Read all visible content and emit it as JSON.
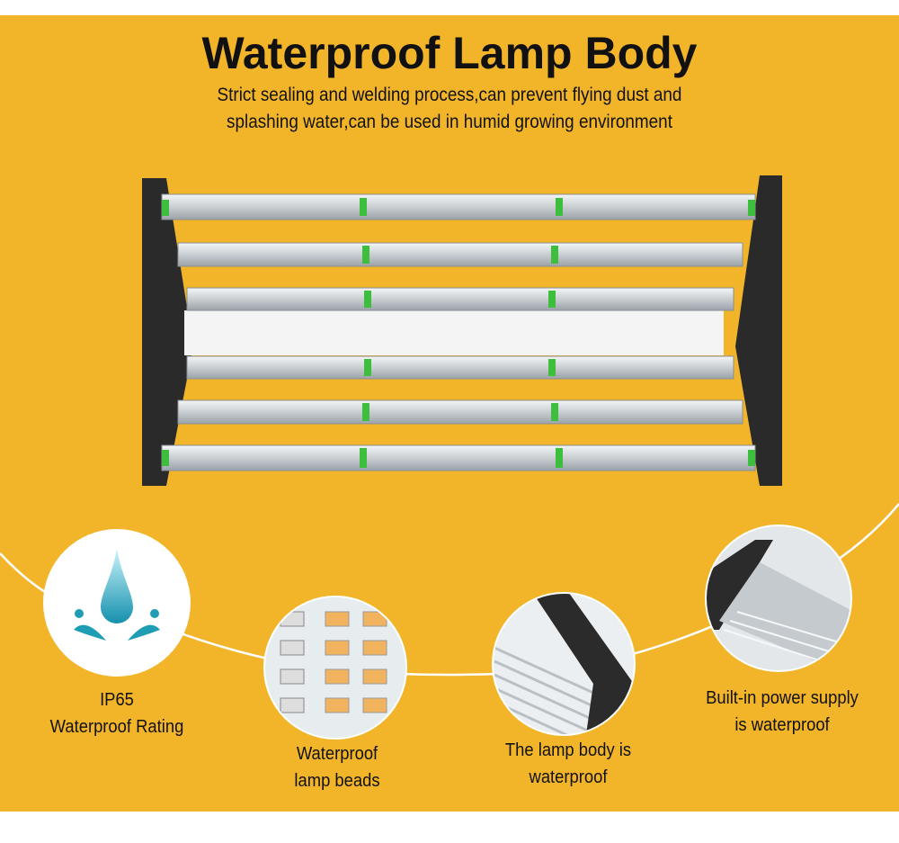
{
  "header": {
    "title": "Waterproof Lamp Body",
    "subtitle_line1": "Strict sealing and welding process,can prevent flying dust and",
    "subtitle_line2": "splashing water,can be used in humid growing environment"
  },
  "features": [
    {
      "line1": "IP65",
      "line2": "Waterproof Rating",
      "icon": "water-drop-icon"
    },
    {
      "line1": "Waterproof",
      "line2": "lamp beads",
      "icon": "led-beads-closeup"
    },
    {
      "line1": "The lamp body is",
      "line2": "waterproof",
      "icon": "lamp-body-closeup"
    },
    {
      "line1": "Built-in power supply",
      "line2": "is waterproof",
      "icon": "power-supply-closeup"
    }
  ],
  "colors": {
    "background": "#F2B52A",
    "drop": "#1E9DB5",
    "accent_green": "#3DBE3D"
  }
}
